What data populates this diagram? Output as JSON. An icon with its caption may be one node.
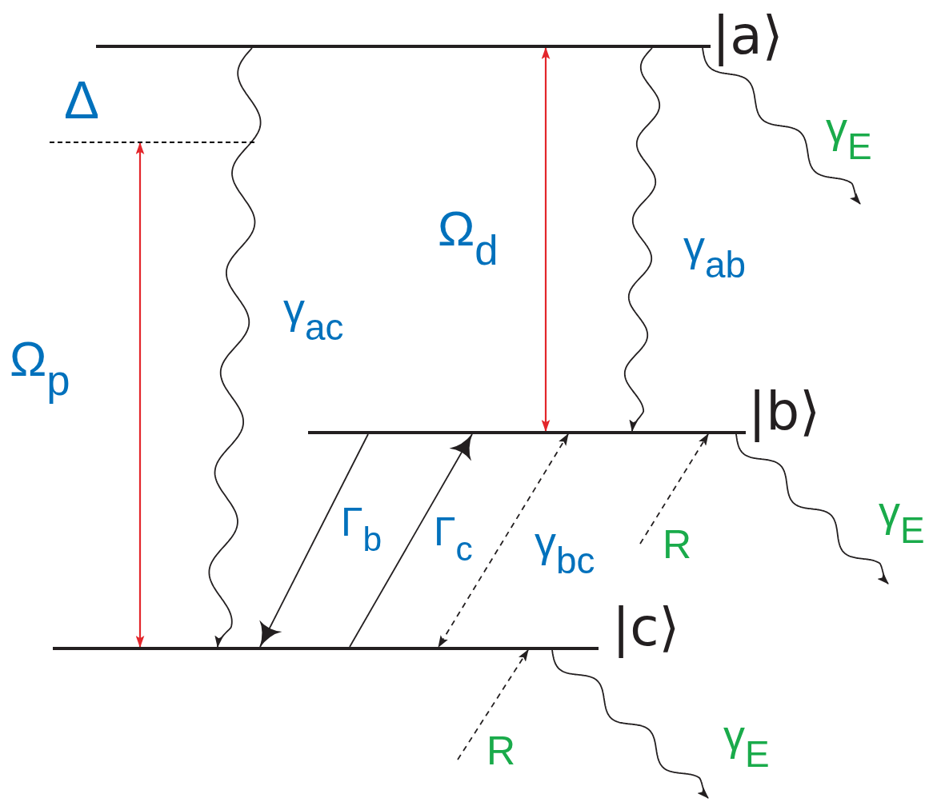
{
  "diagram": {
    "nodes": [
      {
        "text": [],
        "shape": "bar",
        "beside": [
          "|a⟩"
        ]
      },
      {
        "text": [],
        "shape": "bar",
        "beside": [
          "|b⟩"
        ]
      },
      {
        "text": [],
        "shape": "bar",
        "beside": [
          "|c⟩"
        ]
      },
      {
        "text": [],
        "shape": "bar"
      }
    ],
    "edges": [
      {
        "from": 3,
        "to": 2,
        "arrow": "both",
        "color": "#e3262b",
        "label": "Ω$_{p}$"
      },
      {
        "from": 0,
        "to": 1,
        "arrow": "both",
        "color": "#e3262b",
        "label": "Ω$_{d}$"
      },
      {
        "from": 0,
        "to": 2,
        "arrow": "to",
        "label": "γ$_{ac}$"
      },
      {
        "from": 0,
        "to": 1,
        "arrow": "to",
        "label": "γ$_{ab}$"
      },
      {
        "from": 1,
        "to": 2,
        "arrow": "to",
        "label": "Γ$_{b}$"
      },
      {
        "from": 2,
        "to": 1,
        "arrow": "to",
        "label": "Γ$_{c}$"
      },
      {
        "from": 1,
        "to": 2,
        "arrow": "both",
        "style": "dashed",
        "label": "γ$_{bc}$"
      },
      {
        "from": null,
        "to": 1,
        "arrow": "to",
        "style": "dashed",
        "label": "R"
      },
      {
        "from": null,
        "to": 2,
        "arrow": "to",
        "style": "dashed",
        "label": "R"
      },
      {
        "from": 0,
        "to": null,
        "arrow": "to",
        "label": "γ$_{E}$"
      },
      {
        "from": 1,
        "to": null,
        "arrow": "to",
        "label": "γ$_{E}$"
      },
      {
        "from": 2,
        "to": null,
        "arrow": "to",
        "label": "γ$_{E}$"
      }
    ],
    "labels": [
      "Δ"
    ]
  }
}
